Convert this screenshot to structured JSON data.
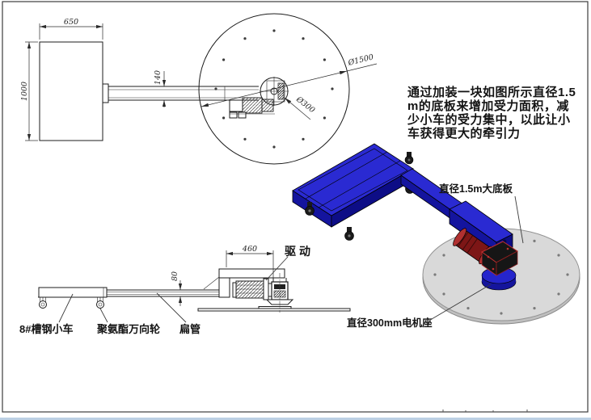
{
  "note": {
    "lines": [
      "通过加装一块如图所示直径1.5",
      "m的底板来增加受力面积，减",
      "少小车的受力集中，以此让小",
      "车获得更大的牵引力"
    ]
  },
  "labels": {
    "base_plate": "直径1.5m大底板",
    "motor_seat": "直径300mm电机座",
    "drive": "驱动",
    "cart": "8#槽钢小车",
    "caster": "聚氨酯万向轮",
    "tube": "扁管"
  },
  "dims": {
    "d650": "650",
    "d1000": "1000",
    "d140": "140",
    "d1500": "Ø1500",
    "d300": "Ø300",
    "d460": "460",
    "d80": "80"
  },
  "colors": {
    "blue_top": "#2a2ad2",
    "blue_dark": "#14149e",
    "blue_darker": "#0d0d86",
    "red_motor": "#7d1616",
    "red_flange": "#b03030",
    "gearbox_dark": "#161616",
    "disc": "#d9d9d9",
    "disc_edge": "#bfbfbf",
    "mount_blue": "#2525cc",
    "mount_dark": "#15159c",
    "caster_black": "#1a1a1a",
    "border": "#3c3c3c",
    "bottom_strip": "#bcd0e4"
  }
}
